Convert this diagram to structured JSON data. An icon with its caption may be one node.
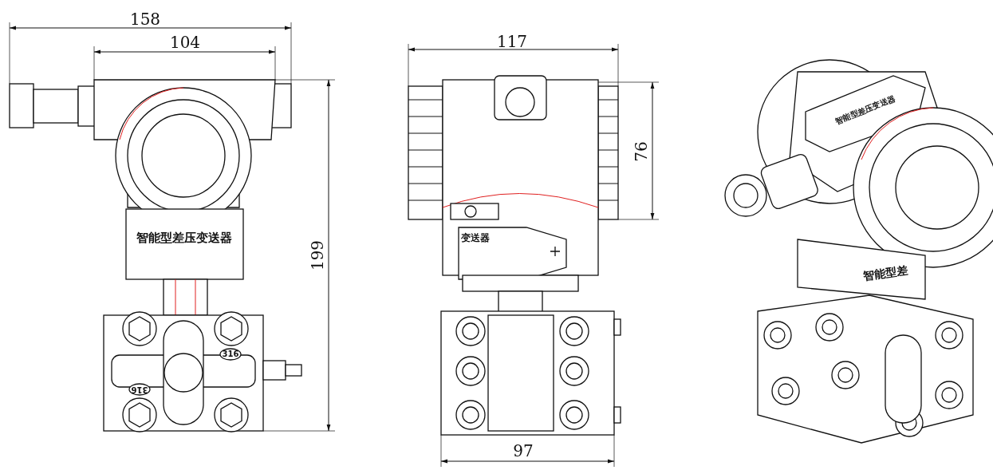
{
  "diagram": {
    "labels": [
      "158",
      "104",
      "199",
      "117",
      "76",
      "97",
      "智能型差压变送器",
      "316",
      "316",
      "变送器",
      "智能型差压变送器",
      "智能型差"
    ]
  }
}
